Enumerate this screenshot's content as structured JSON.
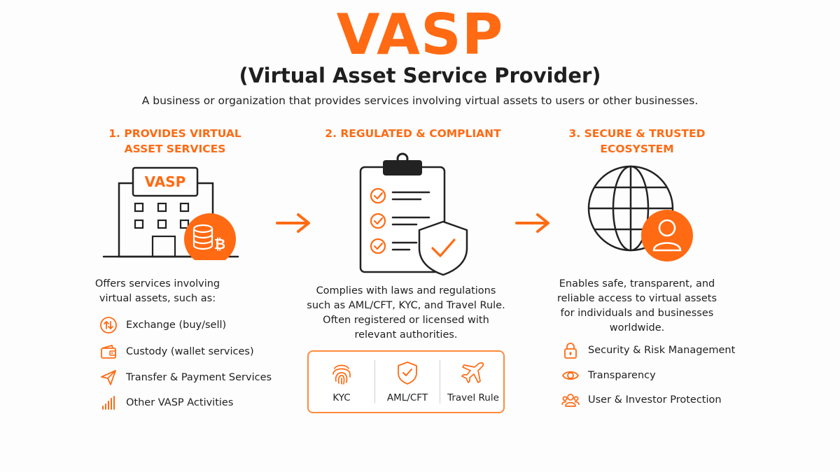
{
  "header": {
    "title": "VASP",
    "subtitle": "(Virtual Asset Service Provider)",
    "description": "A business or organization that provides services involving virtual assets to users or other businesses."
  },
  "columns": [
    {
      "heading_line1": "1. PROVIDES VIRTUAL",
      "heading_line2": "ASSET SERVICES",
      "building_sign": "VASP",
      "body_line1": "Offers services involving",
      "body_line2": "virtual assets, such as:",
      "items": [
        {
          "icon": "exchange-icon",
          "label": "Exchange (buy/sell)"
        },
        {
          "icon": "wallet-icon",
          "label": "Custody (wallet services)"
        },
        {
          "icon": "paper-plane-icon",
          "label": "Transfer & Payment Services"
        },
        {
          "icon": "bar-chart-icon",
          "label": "Other VASP Activities"
        }
      ]
    },
    {
      "heading_line1": "2. REGULATED & COMPLIANT",
      "body_line1": "Complies with laws and regulations",
      "body_line2": "such as AML/CFT, KYC, and Travel Rule.",
      "body_line3": "Often registered or licensed with",
      "body_line4": "relevant authorities.",
      "badges": [
        {
          "icon": "fingerprint-icon",
          "label": "KYC"
        },
        {
          "icon": "shield-check-icon",
          "label": "AML/CFT"
        },
        {
          "icon": "airplane-icon",
          "label": "Travel Rule"
        }
      ]
    },
    {
      "heading_line1": "3. SECURE & TRUSTED",
      "heading_line2": "ECOSYSTEM",
      "body_line1": "Enables safe, transparent, and",
      "body_line2": "reliable access to virtual assets",
      "body_line3": "for individuals and businesses",
      "body_line4": "worldwide.",
      "items": [
        {
          "icon": "lock-icon",
          "label": "Security & Risk Management"
        },
        {
          "icon": "eye-icon",
          "label": "Transparency"
        },
        {
          "icon": "users-icon",
          "label": "User & Investor Protection"
        }
      ]
    }
  ],
  "colors": {
    "accent": "#ff6a13",
    "text": "#1f1f1f",
    "outline": "#222222"
  }
}
